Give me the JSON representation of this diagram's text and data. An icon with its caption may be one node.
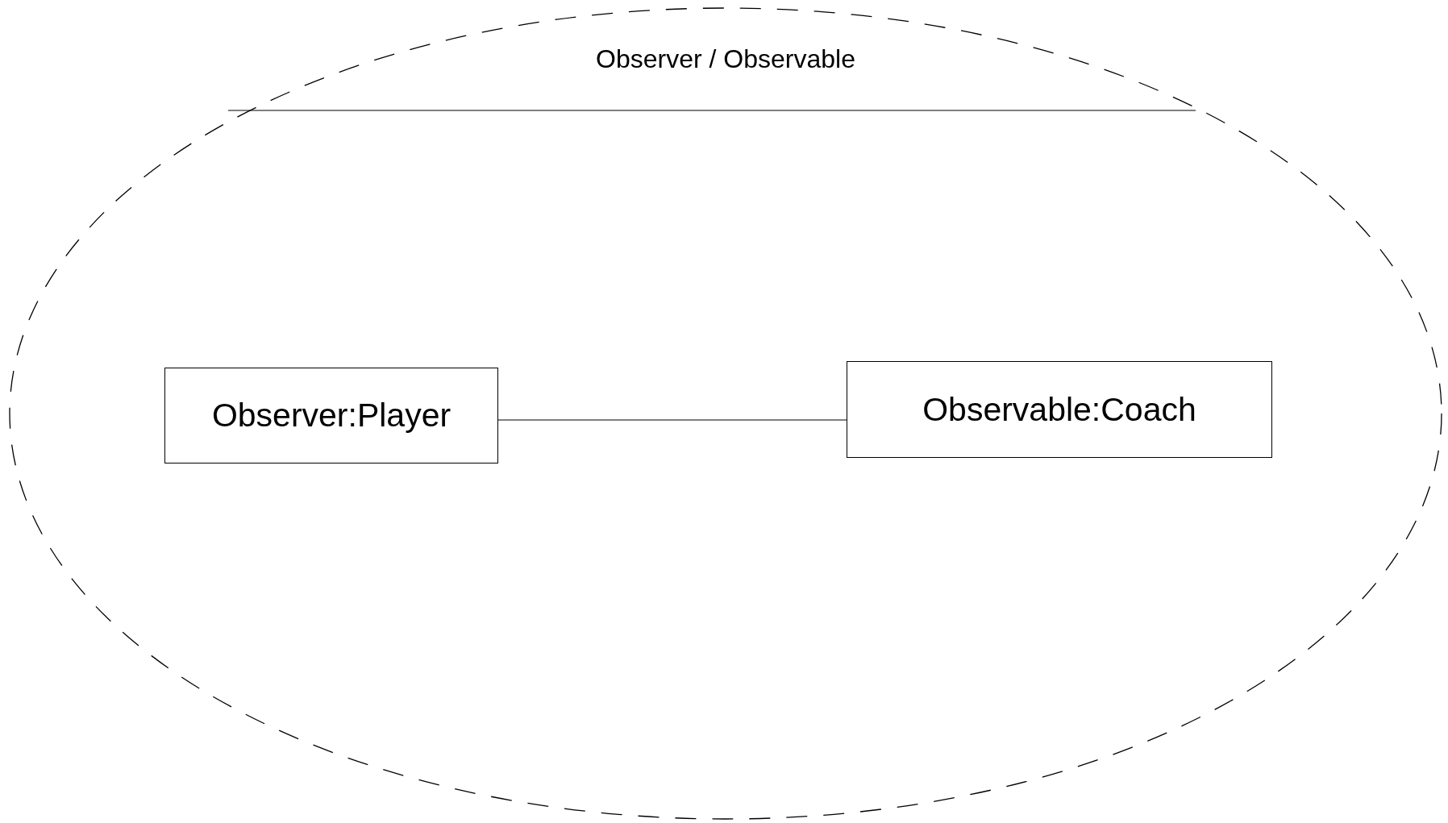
{
  "diagram": {
    "nodes": [
      {
        "text": [
          "Observer / Observable"
        ]
      },
      {
        "text": [
          "Observer:Player"
        ],
        "in": 0
      },
      {
        "text": [
          "Observable:Coach"
        ],
        "in": 0
      }
    ],
    "edges": [
      {
        "from": 1,
        "to": 2,
        "arrow": "none"
      }
    ]
  }
}
